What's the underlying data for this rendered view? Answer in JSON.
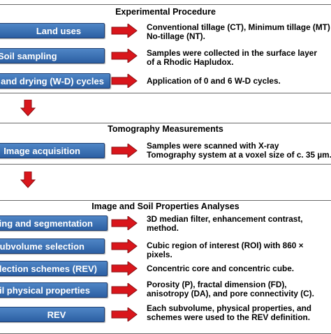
{
  "sections": [
    {
      "title": "Experimental Procedure",
      "steps": [
        {
          "label": "Land uses",
          "desc": [
            "Conventional tillage (CT), Minimum tillage (MT)",
            "No-tillage (NT)."
          ]
        },
        {
          "label": "Soil sampling",
          "desc": [
            "Samples were collected in the surface layer",
            "of a Rhodic Hapludox."
          ]
        },
        {
          "label": "Wetting and drying (W-D) cycles",
          "desc": [
            "Application of 0 and 6 W-D cycles."
          ]
        }
      ]
    },
    {
      "title": "Tomography Measurements",
      "steps": [
        {
          "label": "Image acquisition",
          "desc": [
            "Samples were scanned with X-ray",
            "Tomography system at a voxel size of c. 35 µm."
          ]
        }
      ]
    },
    {
      "title": "Image and Soil Properties Analyses",
      "steps": [
        {
          "label": "Processing and segmentation",
          "desc": [
            "3D median filter, enhancement contrast,",
            "method."
          ]
        },
        {
          "label": "Subvolume selection",
          "desc": [
            "Cubic region of interest (ROI) with 860 ×",
            "pixels."
          ]
        },
        {
          "label": "Subvolume selection schemes (REV)",
          "desc": [
            "Concentric core and concentric cube."
          ]
        },
        {
          "label": "Soil physical properties",
          "desc": [
            "Porosity (P), fractal dimension (FD),",
            "anisotropy (DA), and pore connectivity (C)."
          ]
        },
        {
          "label": "REV",
          "desc": [
            "Each subvolume, physical properties, and",
            "schemes were used to the REV definition."
          ]
        }
      ]
    }
  ],
  "colors": {
    "box": "#3a6fb5",
    "arrow": "#d9161c",
    "frame": "#6a6a6a"
  }
}
